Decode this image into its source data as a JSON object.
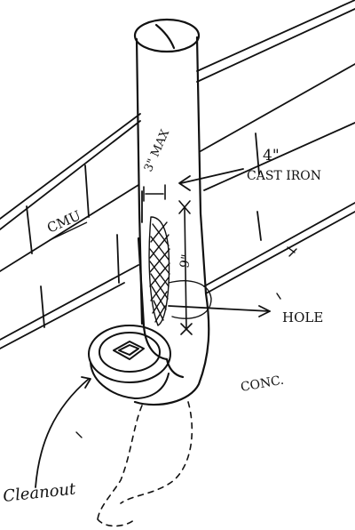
{
  "labels": {
    "cmu": "CMU",
    "dimension_top": "3\" MAX",
    "pipe_size": "4\"",
    "pipe_material": "CAST IRON",
    "dimension_side": "9\"",
    "hole": "HOLE",
    "concrete": "CONC.",
    "cleanout": "Cleanout"
  },
  "colors": {
    "ink": "#111111",
    "paper": "#ffffff"
  }
}
